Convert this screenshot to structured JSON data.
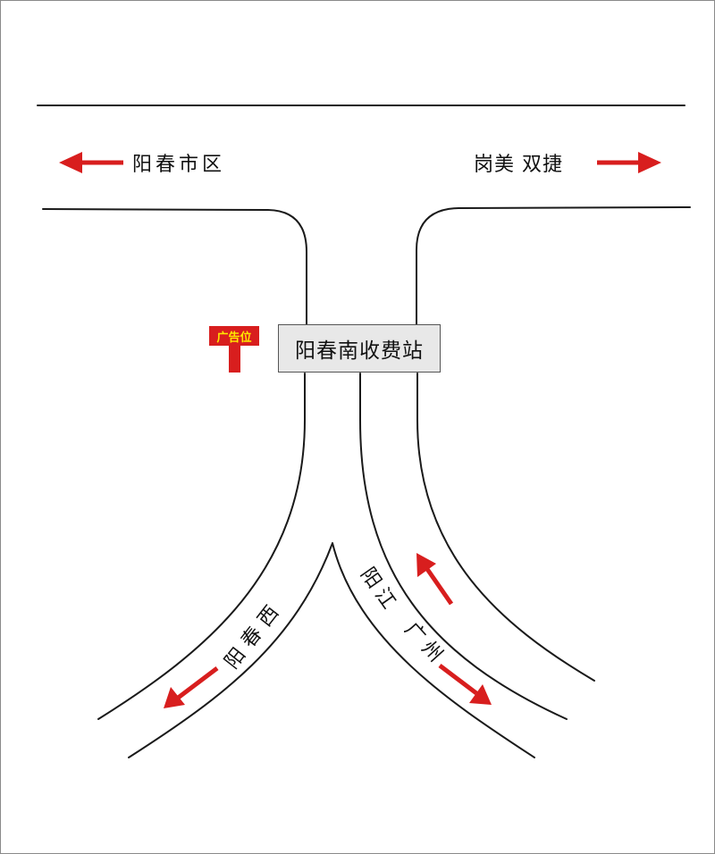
{
  "labels": {
    "west": "阳春市区",
    "east": "岗美 双捷",
    "station": "阳春南收费站",
    "ad_sign": "广告位",
    "southwest": "阳春西",
    "southeast_a": "阳江",
    "southeast_b": "广州"
  },
  "colors": {
    "arrow": "#d81e1e",
    "road": "#1a1a1a",
    "ad_text": "#ffe800",
    "station_box": "#e8e8e8"
  },
  "icons": {
    "arrow_west": "arrow-left-icon",
    "arrow_east": "arrow-right-icon",
    "arrow_southwest": "arrow-down-left-icon",
    "arrow_incoming": "arrow-up-left-icon",
    "arrow_southeast": "arrow-down-right-icon"
  }
}
